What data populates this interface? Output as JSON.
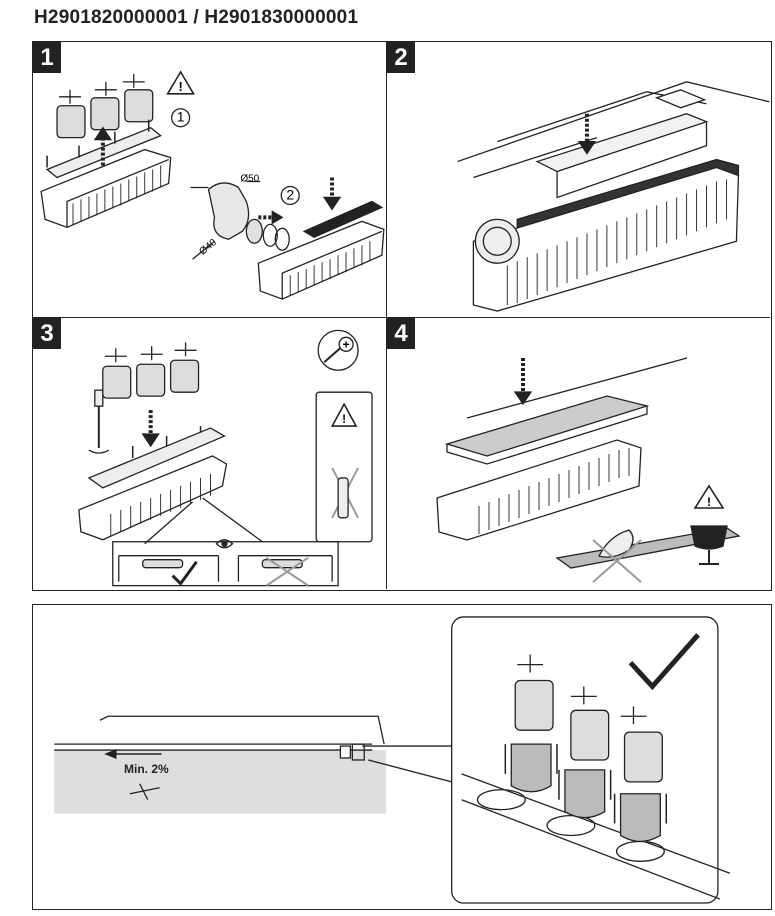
{
  "document": {
    "title": "H2901820000001 / H2901830000001"
  },
  "panels": [
    {
      "number": "1",
      "step1": "1",
      "step2": "2",
      "dim_a": "Ø50",
      "dim_b": "Ø40"
    },
    {
      "number": "2"
    },
    {
      "number": "3"
    },
    {
      "number": "4"
    }
  ],
  "overview": {
    "slope_label": "Min. 2%"
  },
  "symbols": {
    "warning_glyph": "!",
    "screwdriver_glyph": "+"
  }
}
